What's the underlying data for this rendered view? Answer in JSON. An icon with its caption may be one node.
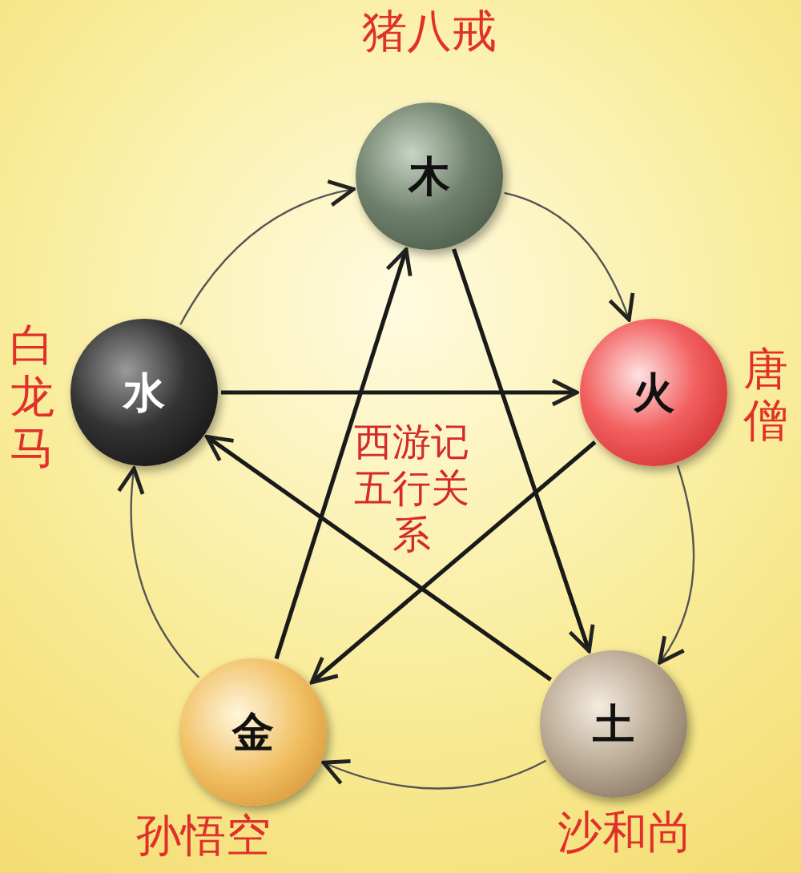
{
  "diagram": {
    "nodes": [
      {
        "text": [
          "木"
        ],
        "beside": [
          "猪八戒"
        ]
      },
      {
        "text": [
          "火"
        ],
        "beside": [
          "唐僧"
        ]
      },
      {
        "text": [
          "土"
        ],
        "beside": [
          "沙和尚"
        ]
      },
      {
        "text": [
          "金"
        ],
        "beside": [
          "孙悟空"
        ]
      },
      {
        "text": [
          "水"
        ],
        "beside": [
          "白龙马"
        ]
      }
    ],
    "edges": [
      {
        "from": 0,
        "to": 1,
        "arrow": "to"
      },
      {
        "from": 1,
        "to": 2,
        "arrow": "to"
      },
      {
        "from": 2,
        "to": 3,
        "arrow": "to"
      },
      {
        "from": 3,
        "to": 4,
        "arrow": "to"
      },
      {
        "from": 4,
        "to": 0,
        "arrow": "to"
      },
      {
        "from": 4,
        "to": 1,
        "arrow": "to"
      },
      {
        "from": 1,
        "to": 3,
        "arrow": "to"
      },
      {
        "from": 3,
        "to": 0,
        "arrow": "to"
      },
      {
        "from": 0,
        "to": 2,
        "arrow": "to"
      },
      {
        "from": 2,
        "to": 4,
        "arrow": "to"
      }
    ],
    "labels": [
      "西游记五行关系"
    ]
  }
}
